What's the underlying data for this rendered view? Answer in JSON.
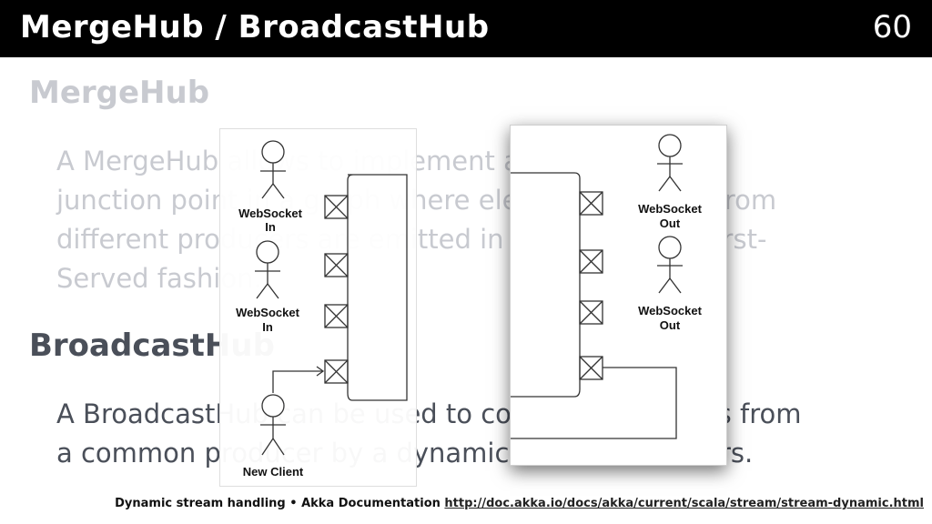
{
  "header": {
    "title": "MergeHub / BroadcastHub",
    "page_number": "60"
  },
  "merge_hub": {
    "heading": "MergeHub",
    "lines": [
      "A MergeHub allows to implement a dynamic fan-in",
      "junction point in a graph where elements coming from",
      "different producers are emitted in a First-Comes-First-",
      "Served fashion."
    ]
  },
  "broadcast_hub": {
    "heading": "BroadcastHub",
    "lines": [
      "A BroadcastHub can be used to consume elements from",
      "a common producer by a dynamic set of consumers."
    ]
  },
  "diagram_left": {
    "actor_label_line1": "WebSocket",
    "actor_label_line2": "In",
    "actor2_label_line1": "WebSocket",
    "actor2_label_line2": "In",
    "new_client_label": "New Client"
  },
  "diagram_right": {
    "actor_label_line1": "WebSocket",
    "actor_label_line2": "Out",
    "actor2_label_line1": "WebSocket",
    "actor2_label_line2": "Out"
  },
  "footer": {
    "source": "Dynamic stream handling • Akka Documentation",
    "url": "http://doc.akka.io/docs/akka/current/scala/stream/stream-dynamic.html"
  }
}
